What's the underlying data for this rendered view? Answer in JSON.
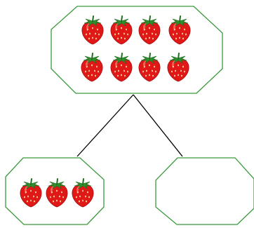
{
  "diagram": {
    "description_type": "number-bond",
    "colors": {
      "box_stroke": "#3a9a3a",
      "connector": "#000000",
      "berry_body": "#e01818",
      "berry_shade": "#a80c0c",
      "berry_highlight": "#ff7a6a",
      "berry_seed": "#ffe9a8",
      "leaf": "#2f8f2f",
      "leaf_dark": "#1d6e1d"
    },
    "whole": {
      "icon": "strawberry-icon",
      "count": 8
    },
    "parts": [
      {
        "icon": "strawberry-icon",
        "count": 3
      },
      {
        "icon": "strawberry-icon",
        "count": null
      }
    ]
  }
}
